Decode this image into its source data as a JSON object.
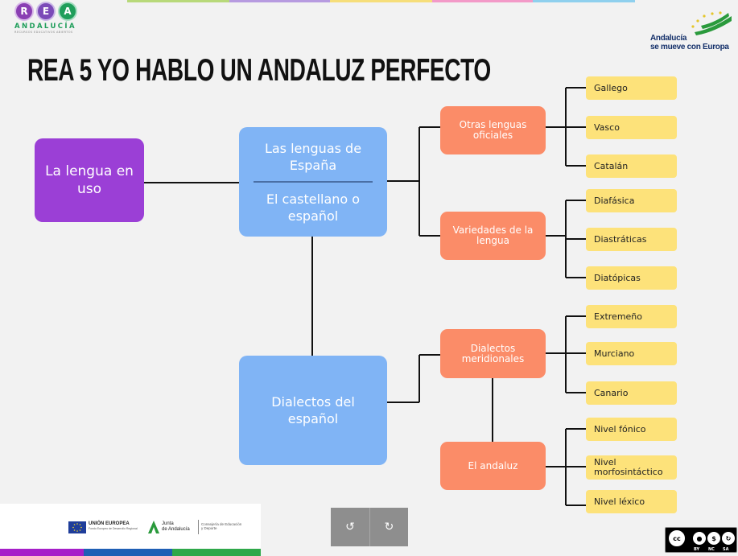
{
  "header": {
    "title": "REA 5 YO HABLO UN ANDALUZ PERFECTO",
    "rea_logo": {
      "letters": [
        "R",
        "E",
        "A"
      ],
      "word": "ANDALUCÍA",
      "subtitle": "RECURSOS EDUCATIVOS ABIERTOS"
    },
    "andalucia_logo": {
      "line1": "Andalucía",
      "line2": "se mueve con Europa"
    }
  },
  "top_bar_colors": [
    "#b8d97a",
    "#b79be0",
    "#f6de7a",
    "#f39ac8",
    "#8fd0ee"
  ],
  "diagram": {
    "root": "La lengua en uso",
    "lenguas_de_espana": "Las lenguas de España",
    "castellano": "El castellano o español",
    "dialectos": "Dialectos del español",
    "otras_lenguas": "Otras lenguas oficiales",
    "variedades": "Variedades de la lengua",
    "dialectos_meridionales": "Dialectos meridionales",
    "el_andaluz": "El andaluz",
    "leaves": {
      "gallego": "Gallego",
      "vasco": "Vasco",
      "catalan": "Catalán",
      "diafasica": "Diafásica",
      "diastraticas": "Diastráticas",
      "diatopicas": "Diatópicas",
      "extremeno": "Extremeño",
      "murciano": "Murciano",
      "canario": "Canario",
      "nivel_fonico": "Nivel fónico",
      "nivel_morfo": "Nivel morfosintáctico",
      "nivel_lexico": "Nivel léxico"
    },
    "colors": {
      "purple": "#9b3fd6",
      "blue": "#80b4f5",
      "orange": "#fb8c68",
      "yellow": "#fde27a"
    }
  },
  "footer": {
    "eu_title": "UNIÓN EUROPEA",
    "eu_sub": "Fondo Europeo de Desarrollo Regional",
    "junta_line1": "Junta",
    "junta_line2": "de Andalucía",
    "consejeria_line1": "Consejería de Educación",
    "consejeria_line2": "y Deporte",
    "bar_colors": [
      "#a61fc9",
      "#1f5fb5",
      "#2fa84a"
    ],
    "undo_icon": "↺",
    "redo_icon": "↻",
    "license": {
      "cc": "cc",
      "by": "BY",
      "nc": "NC",
      "sa": "SA"
    }
  }
}
